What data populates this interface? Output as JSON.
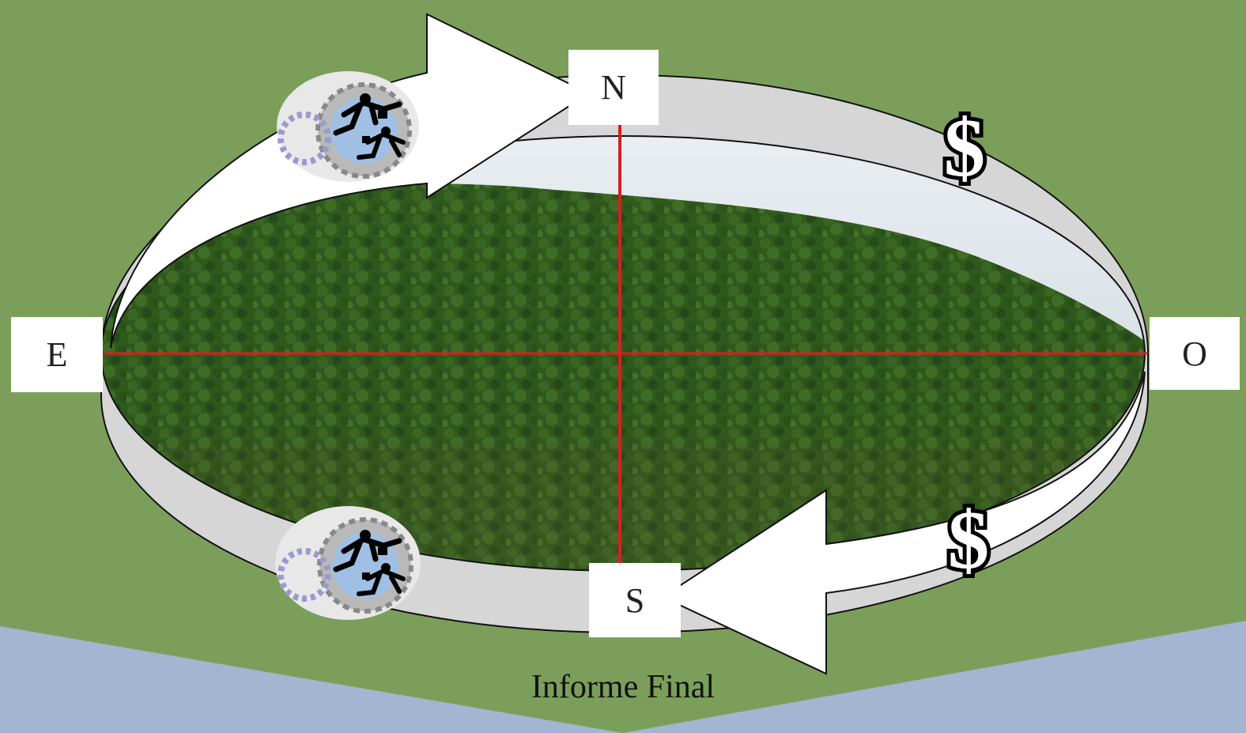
{
  "compass": {
    "north": "N",
    "south": "S",
    "east": "E",
    "west": "O"
  },
  "footer": {
    "title": "Informe Final"
  },
  "icons": {
    "currency_top": "dollar-sign-icon",
    "currency_bottom": "dollar-sign-icon",
    "business_top": "business-runners-gear-icon",
    "business_bottom": "business-runners-gear-icon"
  },
  "colors": {
    "background": "#7b9f5a",
    "footer_band": "#a4b5d1",
    "ring_fill": "#d6d6d6",
    "crosshair": "#d42020"
  }
}
